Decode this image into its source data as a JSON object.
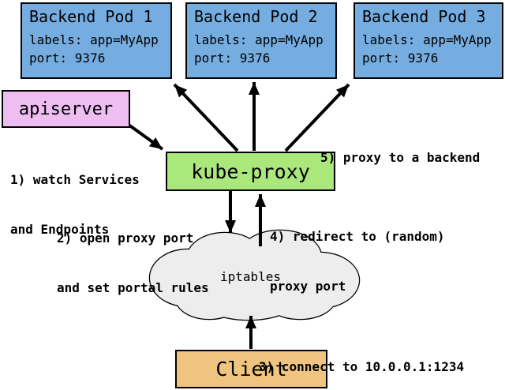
{
  "nodes": {
    "pods": [
      {
        "title": "Backend Pod 1",
        "labels": "labels: app=MyApp",
        "port": "port: 9376"
      },
      {
        "title": "Backend Pod 2",
        "labels": "labels: app=MyApp",
        "port": "port: 9376"
      },
      {
        "title": "Backend Pod 3",
        "labels": "labels: app=MyApp",
        "port": "port: 9376"
      }
    ],
    "apiserver": "apiserver",
    "kube_proxy": "kube-proxy",
    "iptables": "iptables",
    "client": "Client"
  },
  "annotations": {
    "step1_line1": "1) watch Services",
    "step1_line2": "and Endpoints",
    "step2_line1": "2) open proxy port",
    "step2_line2": "and set portal rules",
    "step3": "3) connect to 10.0.0.1:1234",
    "step4_line1": "4) redirect to (random)",
    "step4_line2": "proxy port",
    "step5": "5) proxy to a backend"
  },
  "colors": {
    "pod-fill": "#76ade0",
    "apiserver-fill": "#eebdf2",
    "kube-proxy-fill": "#abe87c",
    "client-fill": "#eec480",
    "cloud-fill": "#ededed",
    "line": "#000000",
    "background": "#ffffff"
  }
}
